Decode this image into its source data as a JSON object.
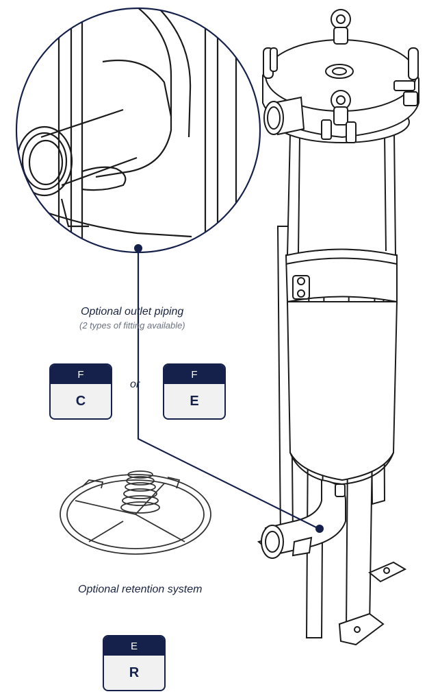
{
  "outlet_caption": {
    "title": "Optional outlet piping",
    "subtitle": "(2 types of fitting available)"
  },
  "outlet_codes": [
    {
      "top": "F",
      "bottom": "C"
    },
    {
      "top": "F",
      "bottom": "E"
    }
  ],
  "or_label": "or",
  "retention_caption": "Optional retention system",
  "retention_code": {
    "top": "E",
    "bottom": "R"
  },
  "colors": {
    "navy": "#15214b",
    "box_fill": "#f1f1f1",
    "line": "#1b1b1b"
  }
}
